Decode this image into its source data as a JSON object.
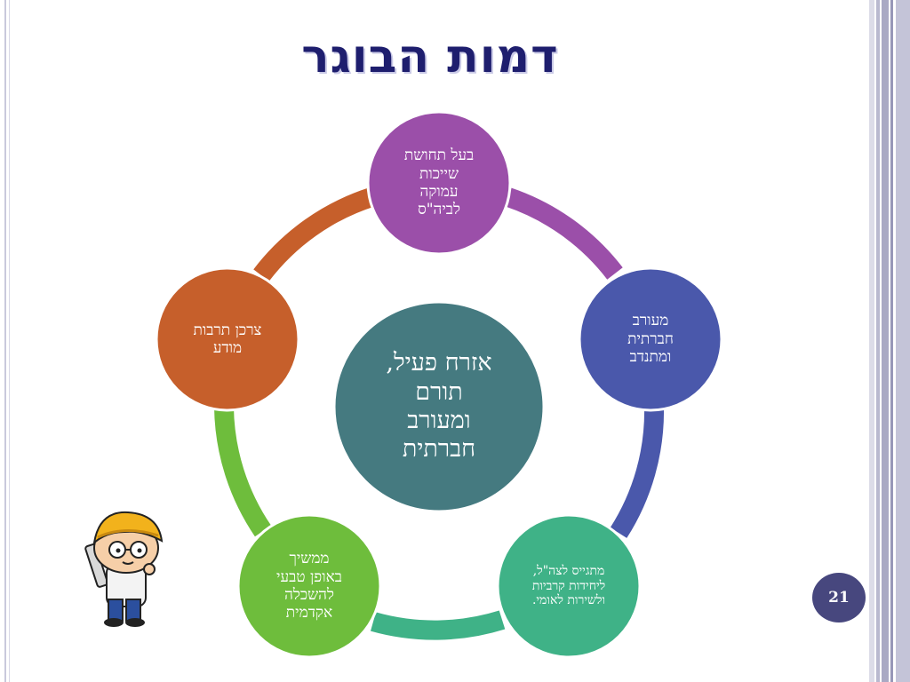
{
  "slide": {
    "title": "דמות הבוגר",
    "page_number": "21"
  },
  "diagram": {
    "center": {
      "text": "אזרח פעיל,\nתורם\nומעורב\nחברתית",
      "color": "#457a80"
    },
    "nodes": [
      {
        "id": "top",
        "text": "בעל תחושת\nשייכות\nעמוקה\nלביה\"ס",
        "color": "#9b4fa9"
      },
      {
        "id": "right",
        "text": "מעורב\nחברתית\nומתנדב",
        "color": "#4a58ab"
      },
      {
        "id": "bottom-right",
        "text": "מתגייס לצה\"ל,\nליחידות קרביות\nולשירות לאומי.",
        "color": "#3fb287"
      },
      {
        "id": "bottom-left",
        "text": "ממשיך\nבאופן טבעי\nלהשכלה\nאקדמית",
        "color": "#6ebd3c"
      },
      {
        "id": "left",
        "text": "צרכן תרבות\nמודע",
        "color": "#c65f2b"
      }
    ]
  },
  "colors": {
    "title": "#1e1e6e",
    "badge": "#47477e"
  },
  "icons": [
    "cartoon-student-icon"
  ]
}
